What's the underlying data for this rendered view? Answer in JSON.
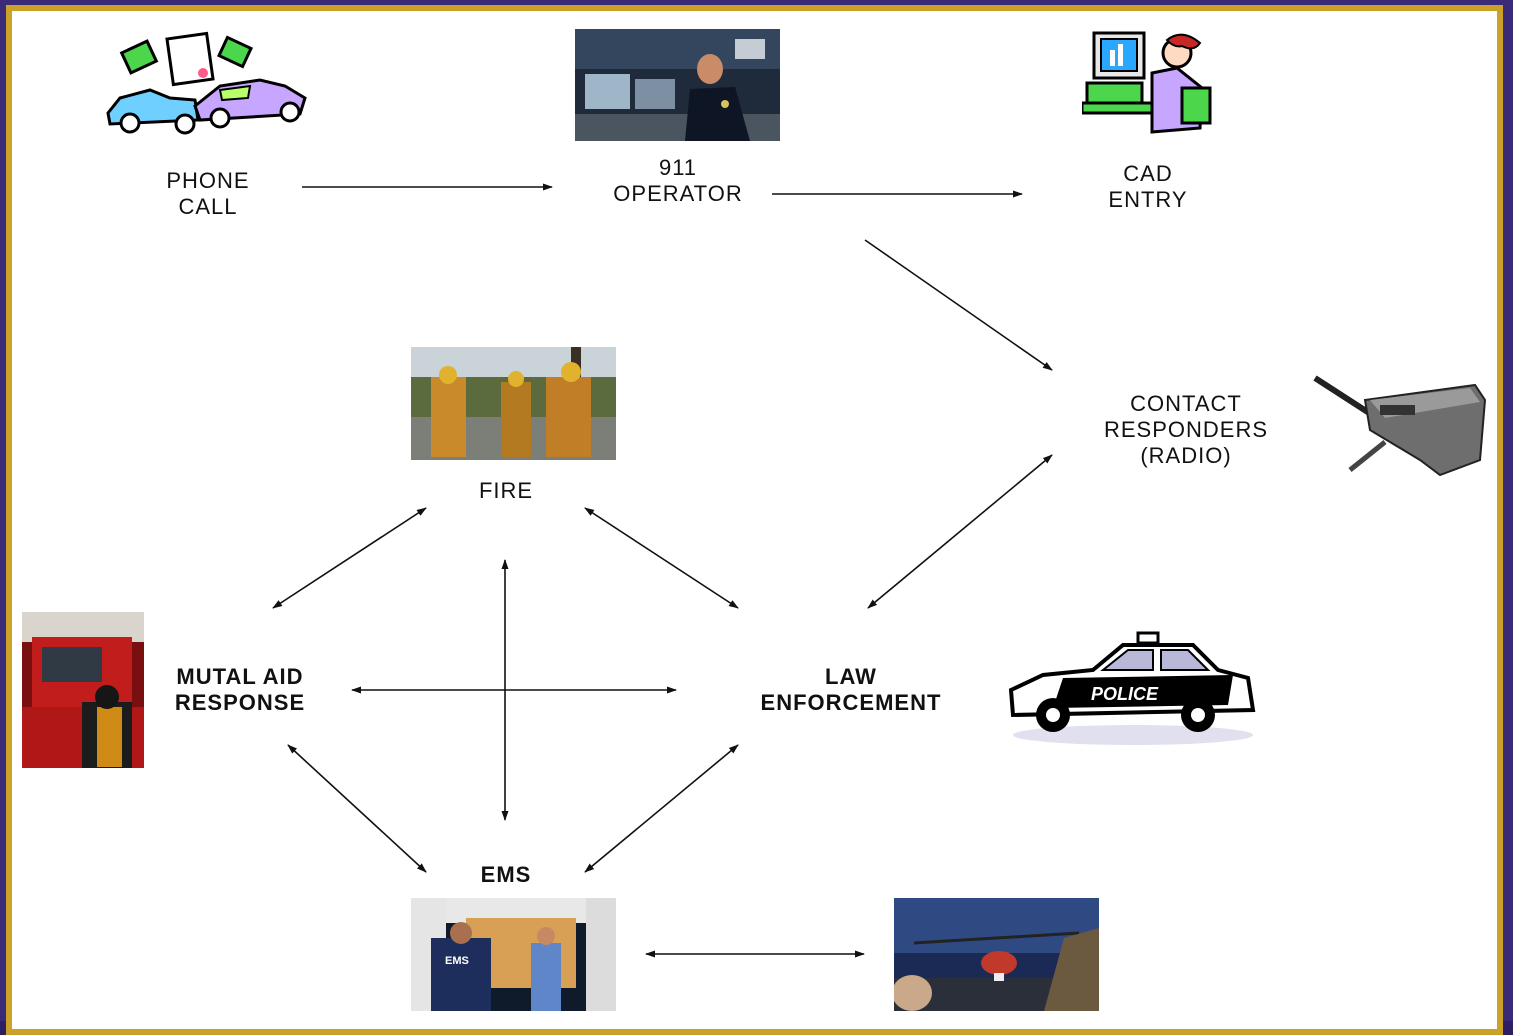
{
  "nodes": {
    "phone_call": "PHONE\nCALL",
    "operator": "911\nOPERATOR",
    "cad_entry": "CAD\nENTRY",
    "contact_responders": "CONTACT\nRESPONDERS\n(RADIO)",
    "fire": "FIRE",
    "mutual_aid": "MUTAL AID\nRESPONSE",
    "law_enforcement": "LAW\nENFORCEMENT",
    "ems": "EMS"
  },
  "police_car_text": "POLICE",
  "ems_jacket_text": "EMS",
  "colors": {
    "slide_background": "#3a2a78",
    "frame_border": "#c9a227",
    "arrow": "#111111"
  }
}
